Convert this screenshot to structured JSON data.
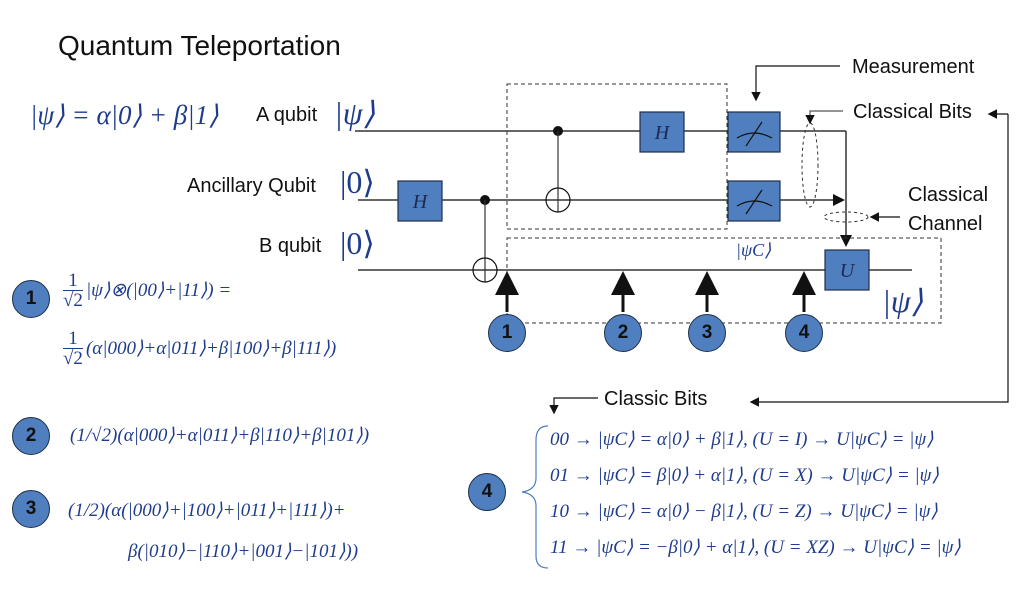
{
  "title": "Quantum Teleportation",
  "state_definition": "|ψ⟩ = α|0⟩ + β|1⟩",
  "qubits": [
    {
      "label": "A qubit",
      "state": "|ψ⟩"
    },
    {
      "label": "Ancillary Qubit",
      "state": "|0⟩"
    },
    {
      "label": "B qubit",
      "state": "|0⟩"
    }
  ],
  "gates": {
    "hadamard": "H",
    "unitary": "U",
    "intermediate_state": "|ψC⟩",
    "output_state": "|ψ⟩"
  },
  "annotations": {
    "measurement": "Measurement",
    "classical_bits": "Classical Bits",
    "classical_channel_line1": "Classical",
    "classical_channel_line2": "Channel",
    "classic_bits": "Classic Bits"
  },
  "steps": [
    {
      "number": "1",
      "lines": [
        "(1/√2)|ψ⟩⊗(|00⟩+|11⟩) =",
        "(1/√2)(α|000⟩+α|011⟩+β|100⟩+β|111⟩)"
      ]
    },
    {
      "number": "2",
      "lines": [
        "(1/√2)(α|000⟩+α|011⟩+β|110⟩+β|101⟩)"
      ]
    },
    {
      "number": "3",
      "lines": [
        "(1/2)(α(|000⟩+|100⟩+|011⟩+|111⟩)+",
        "β(|010⟩−|110⟩+|001⟩−|101⟩))"
      ]
    },
    {
      "number": "4",
      "lines": [
        "00 → |ψC⟩ = α|0⟩ + β|1⟩, (U = I) → U|ψC⟩ = |ψ⟩",
        "01 → |ψC⟩ = β|0⟩ + α|1⟩, (U = X) → U|ψC⟩ = |ψ⟩",
        "10 → |ψC⟩ = α|0⟩ − β|1⟩, (U = Z) → U|ψC⟩ = |ψ⟩",
        "11 → |ψC⟩ = −β|0⟩ + α|1⟩, (U = XZ) → U|ψC⟩ = |ψ⟩"
      ]
    }
  ],
  "step1_frac": {
    "num": "1",
    "den": "√2"
  },
  "step1_line1_rest": "|ψ⟩⊗(|00⟩+|11⟩) =",
  "step1_line2_rest": "(α|000⟩+α|011⟩+β|100⟩+β|111⟩)",
  "colors": {
    "gate_fill": "#4f7fbf",
    "math_text": "#1f3c8c",
    "wire": "#333333"
  }
}
